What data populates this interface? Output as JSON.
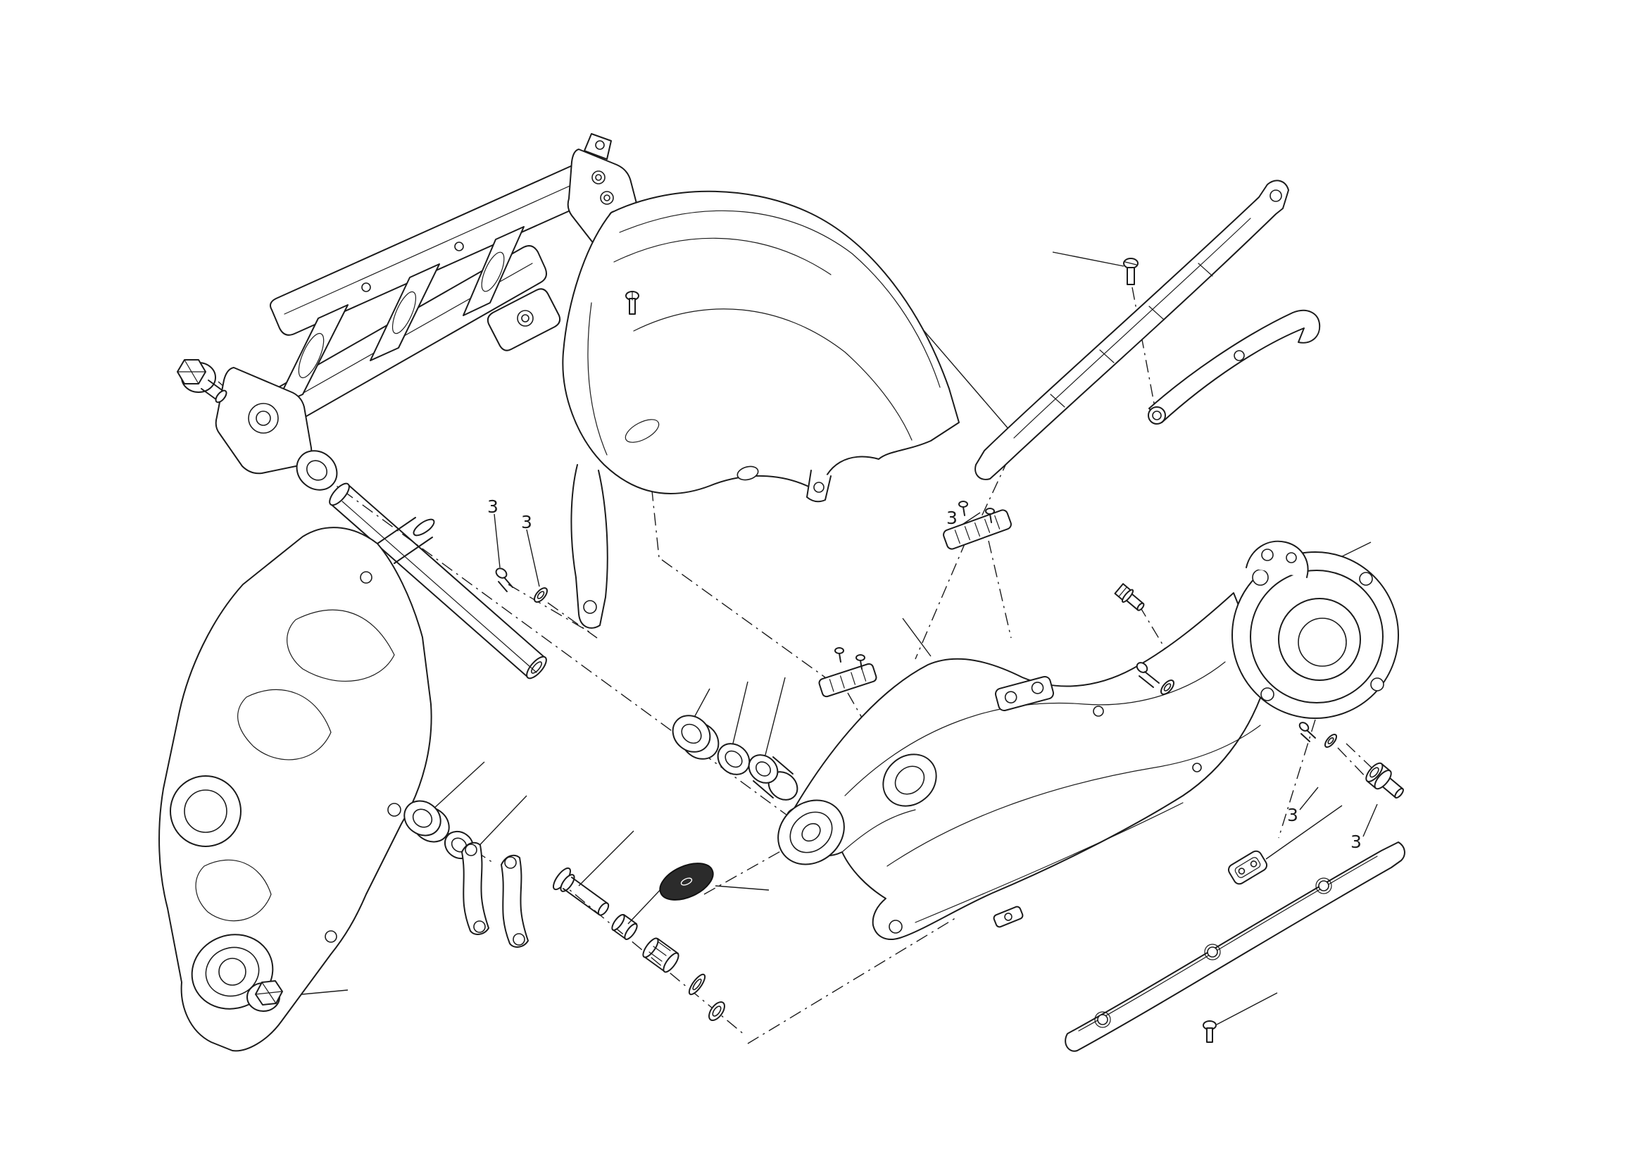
{
  "page": {
    "background_color": "#ffffff"
  },
  "diagram": {
    "kind": "exploded-parts-line-drawing",
    "subject": "motorcycle rear swingarm assembly",
    "line_color": "#1b1b1b",
    "paper_color": "#ffffff",
    "dark_part_color": "#2b2b2b",
    "callouts": [
      {
        "text": "3"
      },
      {
        "text": "3"
      },
      {
        "text": "3"
      },
      {
        "text": "3"
      },
      {
        "text": "3"
      }
    ],
    "parts": [
      "front-frame-section",
      "frame-side-plate",
      "swingarm-pivot-shaft",
      "rear-fender",
      "chain-guide-upper",
      "chain-guide-bracket",
      "chain-adjuster-plate",
      "chain-adjuster-plate-lower",
      "swingarm",
      "rear-wheel-hub",
      "pivot-bearing-set",
      "shock-linkage-arms",
      "linkage-pin",
      "linkage-bushings",
      "swingarm-protection-pad",
      "chain-slider-strip",
      "slider-pad",
      "flanged-hex-bolt-front",
      "flanged-hex-bolt-lower",
      "fender-screw",
      "chain-guide-screw",
      "adjuster-screws",
      "right-side-bolts",
      "slider-screw"
    ]
  }
}
